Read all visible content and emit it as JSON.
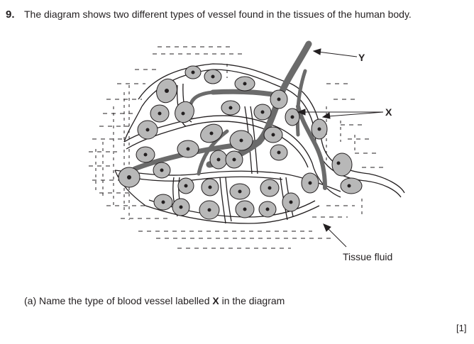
{
  "question": {
    "number": "9.",
    "text": "The diagram shows two different types of vessel found in the tissues of the human body."
  },
  "diagram": {
    "label_y": "Y",
    "label_x": "X",
    "label_tissue_fluid": "Tissue fluid"
  },
  "part_a": {
    "prefix": "(a) Name the type of blood vessel labelled ",
    "bold": "X",
    "suffix": " in the diagram"
  },
  "marks": "[1]"
}
